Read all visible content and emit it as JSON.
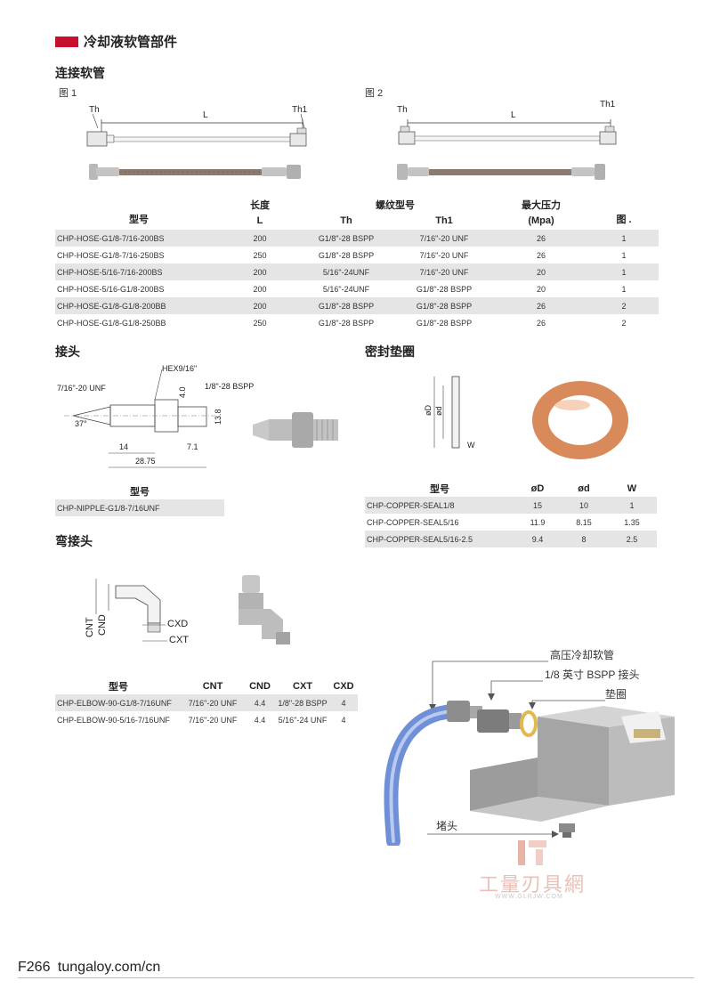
{
  "section": {
    "title": "冷却液软管部件"
  },
  "hose": {
    "heading": "连接软管",
    "fig1": "图 1",
    "fig2": "图 2",
    "dim_th": "Th",
    "dim_l": "L",
    "dim_th1": "Th1",
    "headers": {
      "model": "型号",
      "length": "长度",
      "length_l": "L",
      "thread": "螺纹型号",
      "th": "Th",
      "th1": "Th1",
      "pressure": "最大压力",
      "pressure_unit": "(Mpa)",
      "fig": "图 ."
    },
    "rows": [
      {
        "model": "CHP-HOSE-G1/8-7/16-200BS",
        "l": "200",
        "th": "G1/8\"-28 BSPP",
        "th1": "7/16\"-20 UNF",
        "p": "26",
        "fig": "1"
      },
      {
        "model": "CHP-HOSE-G1/8-7/16-250BS",
        "l": "250",
        "th": "G1/8\"-28 BSPP",
        "th1": "7/16\"-20 UNF",
        "p": "26",
        "fig": "1"
      },
      {
        "model": "CHP-HOSE-5/16-7/16-200BS",
        "l": "200",
        "th": "5/16\"-24UNF",
        "th1": "7/16\"-20 UNF",
        "p": "20",
        "fig": "1"
      },
      {
        "model": "CHP-HOSE-5/16-G1/8-200BS",
        "l": "200",
        "th": "5/16\"-24UNF",
        "th1": "G1/8\"-28 BSPP",
        "p": "20",
        "fig": "1"
      },
      {
        "model": "CHP-HOSE-G1/8-G1/8-200BB",
        "l": "200",
        "th": "G1/8\"-28 BSPP",
        "th1": "G1/8\"-28 BSPP",
        "p": "26",
        "fig": "2"
      },
      {
        "model": "CHP-HOSE-G1/8-G1/8-250BB",
        "l": "250",
        "th": "G1/8\"-28 BSPP",
        "th1": "G1/8\"-28 BSPP",
        "p": "26",
        "fig": "2"
      }
    ]
  },
  "nipple": {
    "heading": "接头",
    "hex": "HEX9/16\"",
    "unf": "7/16\"-20 UNF",
    "bspp": "1/8\"-28 BSPP",
    "d40": "4.0",
    "d138": "13.8",
    "d37": "37°",
    "d14": "14",
    "d71": "7.1",
    "d2875": "28.75",
    "header": "型号",
    "rows": [
      "CHP-NIPPLE-G1/8-7/16UNF"
    ]
  },
  "seal": {
    "heading": "密封垫圈",
    "od": "øD",
    "id": "ød",
    "w": "W",
    "headers": {
      "model": "型号",
      "od": "øD",
      "id": "ød",
      "w": "W"
    },
    "rows": [
      {
        "model": "CHP-COPPER-SEAL1/8",
        "od": "15",
        "id": "10",
        "w": "1"
      },
      {
        "model": "CHP-COPPER-SEAL5/16",
        "od": "11.9",
        "id": "8.15",
        "w": "1.35"
      },
      {
        "model": "CHP-COPPER-SEAL5/16-2.5",
        "od": "9.4",
        "id": "8",
        "w": "2.5"
      }
    ]
  },
  "elbow": {
    "heading": "弯接头",
    "cnt": "CNT",
    "cnd": "CND",
    "cxd": "CXD",
    "cxt": "CXT",
    "headers": {
      "model": "型号",
      "cnt": "CNT",
      "cnd": "CND",
      "cxt": "CXT",
      "cxd": "CXD"
    },
    "rows": [
      {
        "model": "CHP-ELBOW-90-G1/8-7/16UNF",
        "cnt": "7/16\"-20 UNF",
        "cnd": "4.4",
        "cxt": "1/8\"-28 BSPP",
        "cxd": "4"
      },
      {
        "model": "CHP-ELBOW-90-5/16-7/16UNF",
        "cnt": "7/16\"-20 UNF",
        "cnd": "4.4",
        "cxt": "5/16\"-24 UNF",
        "cxd": "4"
      }
    ]
  },
  "assembly": {
    "label_hose": "高压冷却软管",
    "label_nipple": "1/8 英寸 BSPP 接头",
    "label_seal": "垫圈",
    "label_plug": "堵头"
  },
  "watermark": {
    "text": "工量刃具網",
    "url": "WWW.GLRJW.COM"
  },
  "footer": {
    "page": "F266",
    "site": "tungaloy.com/cn"
  },
  "colors": {
    "accent": "#c8102e",
    "row_shade": "#e5e5e6",
    "hose_blue": "#6f8fd6",
    "copper": "#d98a5a"
  }
}
